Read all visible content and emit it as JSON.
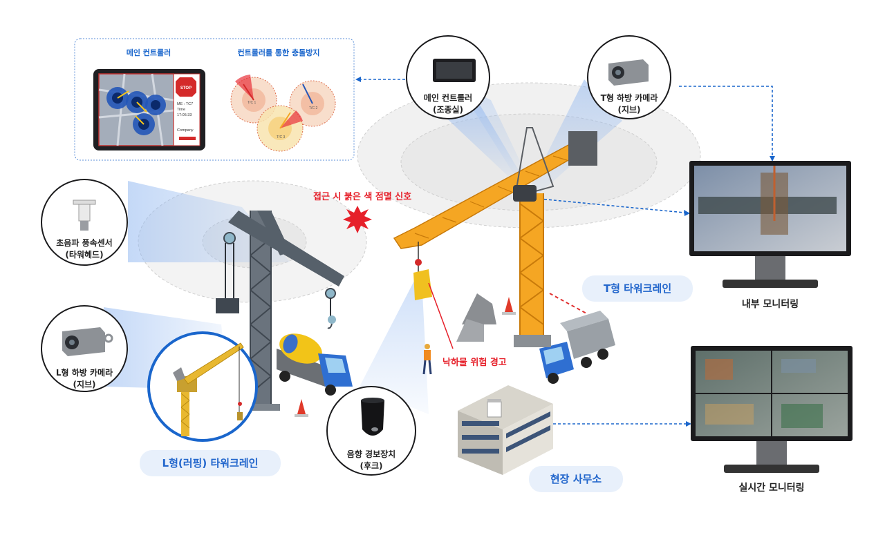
{
  "devices": {
    "main_controller": {
      "line1": "메인 컨트롤러",
      "line2": "(조종실)"
    },
    "t_camera": {
      "line1": "T형 하방 카메라",
      "line2": "(지브)"
    },
    "wind_sensor": {
      "line1": "초음파 풍속센서",
      "line2": "(타워헤드)"
    },
    "l_camera": {
      "line1": "L형 하방 카메라",
      "line2": "(지브)"
    },
    "sound_alarm": {
      "line1": "음향 경보장치",
      "line2": "(후크)"
    }
  },
  "panel": {
    "left_title": "메인 컨트롤러",
    "right_title": "컨트롤러를 통한 충돌방지",
    "tablet": {
      "stop": "STOP",
      "me": "ME : TC7",
      "time_label": "Time",
      "time_value": "17:05:33",
      "company": "Company"
    },
    "zone_labels": [
      "T/C 1",
      "T/C 2",
      "T/C 3"
    ]
  },
  "labels": {
    "flash_signal": "접근 시 붉은 색 점멸 신호",
    "falling_warning": "낙하물 위험 경고",
    "t_crane": "T형 타워크레인",
    "l_crane": "L형(러핑) 타워크레인",
    "site_office": "현장 사무소",
    "internal_monitoring": "내부 모니터링",
    "realtime_monitoring": "실시간 모니터링"
  },
  "colors": {
    "accent_blue": "#1a66cc",
    "warning_red": "#e6202a",
    "crane_orange": "#f5a623",
    "crane_yellow": "#e8b830",
    "light_beam": "#a9c8f5"
  }
}
